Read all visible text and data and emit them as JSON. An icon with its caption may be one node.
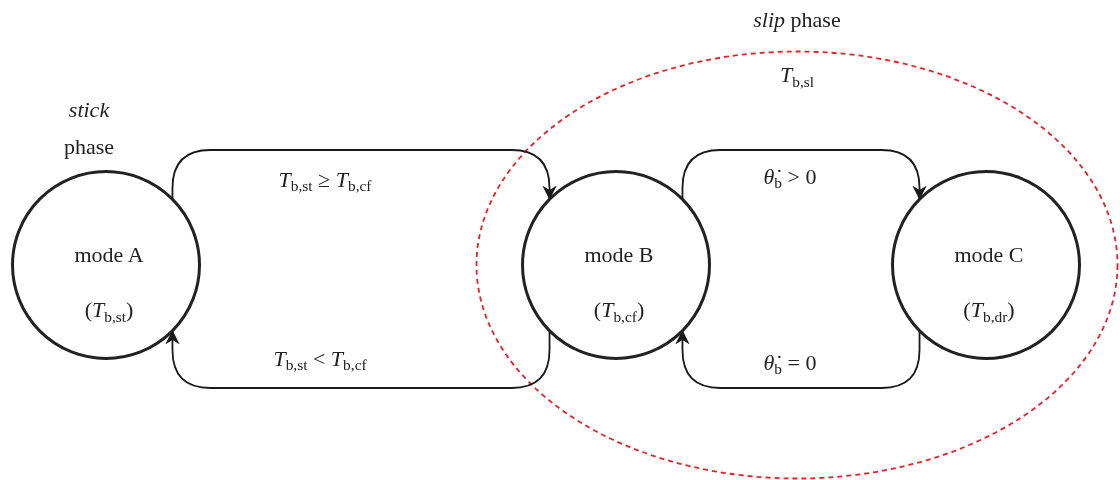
{
  "diagram": {
    "nodes": [
      {
        "text": [
          "mode A",
          "(*T*$_{b,st}$)"
        ],
        "beside": [
          "*stick* phase"
        ]
      },
      {
        "text": [
          "*slip* phase",
          "*T*$_{b,sl}$"
        ]
      },
      {
        "text": [
          "mode B",
          "(*T*$_{b,cf}$)"
        ],
        "in": 1
      },
      {
        "text": [
          "mode C",
          "(*T*$_{b,dr}$)"
        ],
        "in": 1
      }
    ],
    "edges": [
      {
        "from": 0,
        "to": 2,
        "arrow": "to",
        "label": "*T*$_{b,st}$ ≥ *T*$_{b,cf}$"
      },
      {
        "from": 2,
        "to": 0,
        "arrow": "to",
        "label": "*T*$_{b,st}$ < *T*$_{b,cf}$"
      },
      {
        "from": 2,
        "to": 3,
        "arrow": "to",
        "label": "*θ̇*$_{b}$ > 0"
      },
      {
        "from": 3,
        "to": 2,
        "arrow": "to",
        "label": "*θ̇*$_{b}$ = 0"
      }
    ]
  }
}
